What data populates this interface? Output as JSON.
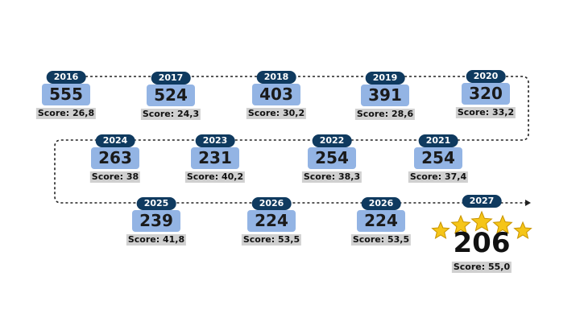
{
  "timeline": [
    {
      "year": "2016",
      "rank": "555",
      "score": "Score: 26,8"
    },
    {
      "year": "2017",
      "rank": "524",
      "score": "Score: 24,3"
    },
    {
      "year": "2018",
      "rank": "403",
      "score": "Score: 30,2"
    },
    {
      "year": "2019",
      "rank": "391",
      "score": "Score: 28,6"
    },
    {
      "year": "2020",
      "rank": "320",
      "score": "Score: 33,2"
    },
    {
      "year": "2024",
      "rank": "263",
      "score": "Score: 38"
    },
    {
      "year": "2023",
      "rank": "231",
      "score": "Score: 40,2"
    },
    {
      "year": "2022",
      "rank": "254",
      "score": "Score: 38,3"
    },
    {
      "year": "2021",
      "rank": "254",
      "score": "Score: 37,4"
    },
    {
      "year": "2025",
      "rank": "239",
      "score": "Score: 41,8"
    },
    {
      "year": "2026",
      "rank": "224",
      "score": "Score: 53,5"
    },
    {
      "year": "2026",
      "rank": "224",
      "score": "Score: 53,5"
    }
  ],
  "final": {
    "year": "2027",
    "rank": "206",
    "score": "Score: 55,0",
    "stars": 5
  },
  "colors": {
    "year_badge": "#0f3a5f",
    "rank_box": "#93b4e4",
    "score_box": "#d0d0d0",
    "star": "#f5c518"
  }
}
